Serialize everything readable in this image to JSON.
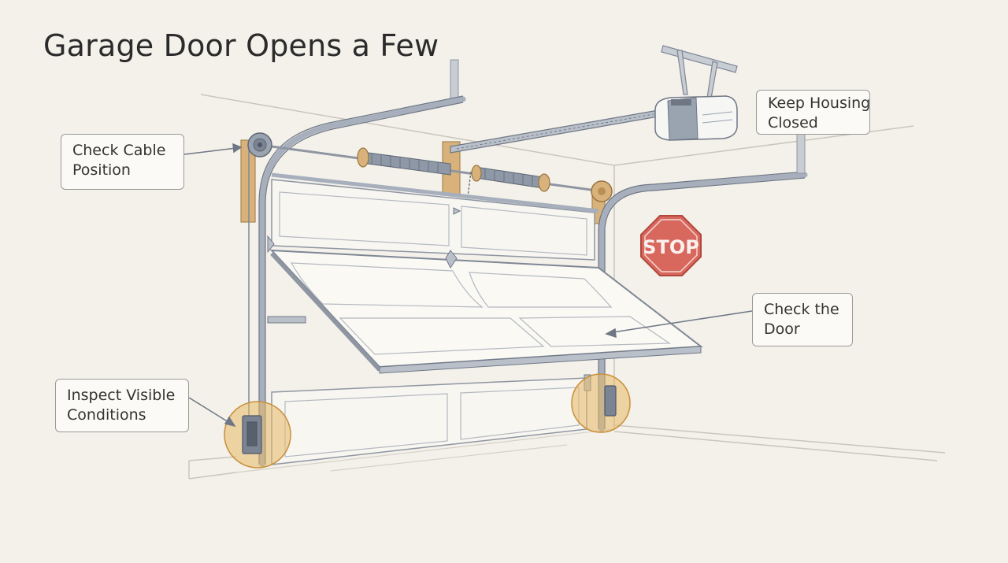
{
  "title": "Garage Door Opens a Few",
  "callouts": {
    "cable": {
      "line1": "Check Cable",
      "line2": "Position"
    },
    "housing": {
      "line1": "Keep Housing",
      "line2": "Closed"
    },
    "door": {
      "line1": "Check the",
      "line2": "Door"
    },
    "inspect": {
      "line1": "Inspect Visible",
      "line2": "Conditions"
    }
  },
  "stop_sign": {
    "text": "STOP"
  },
  "colors": {
    "background": "#f3f1ea",
    "track": "#a7afbd",
    "wood": "#d8b27a",
    "spring": "#8e98a6",
    "highlight": "#e8b866",
    "stop": "#d8675d"
  }
}
